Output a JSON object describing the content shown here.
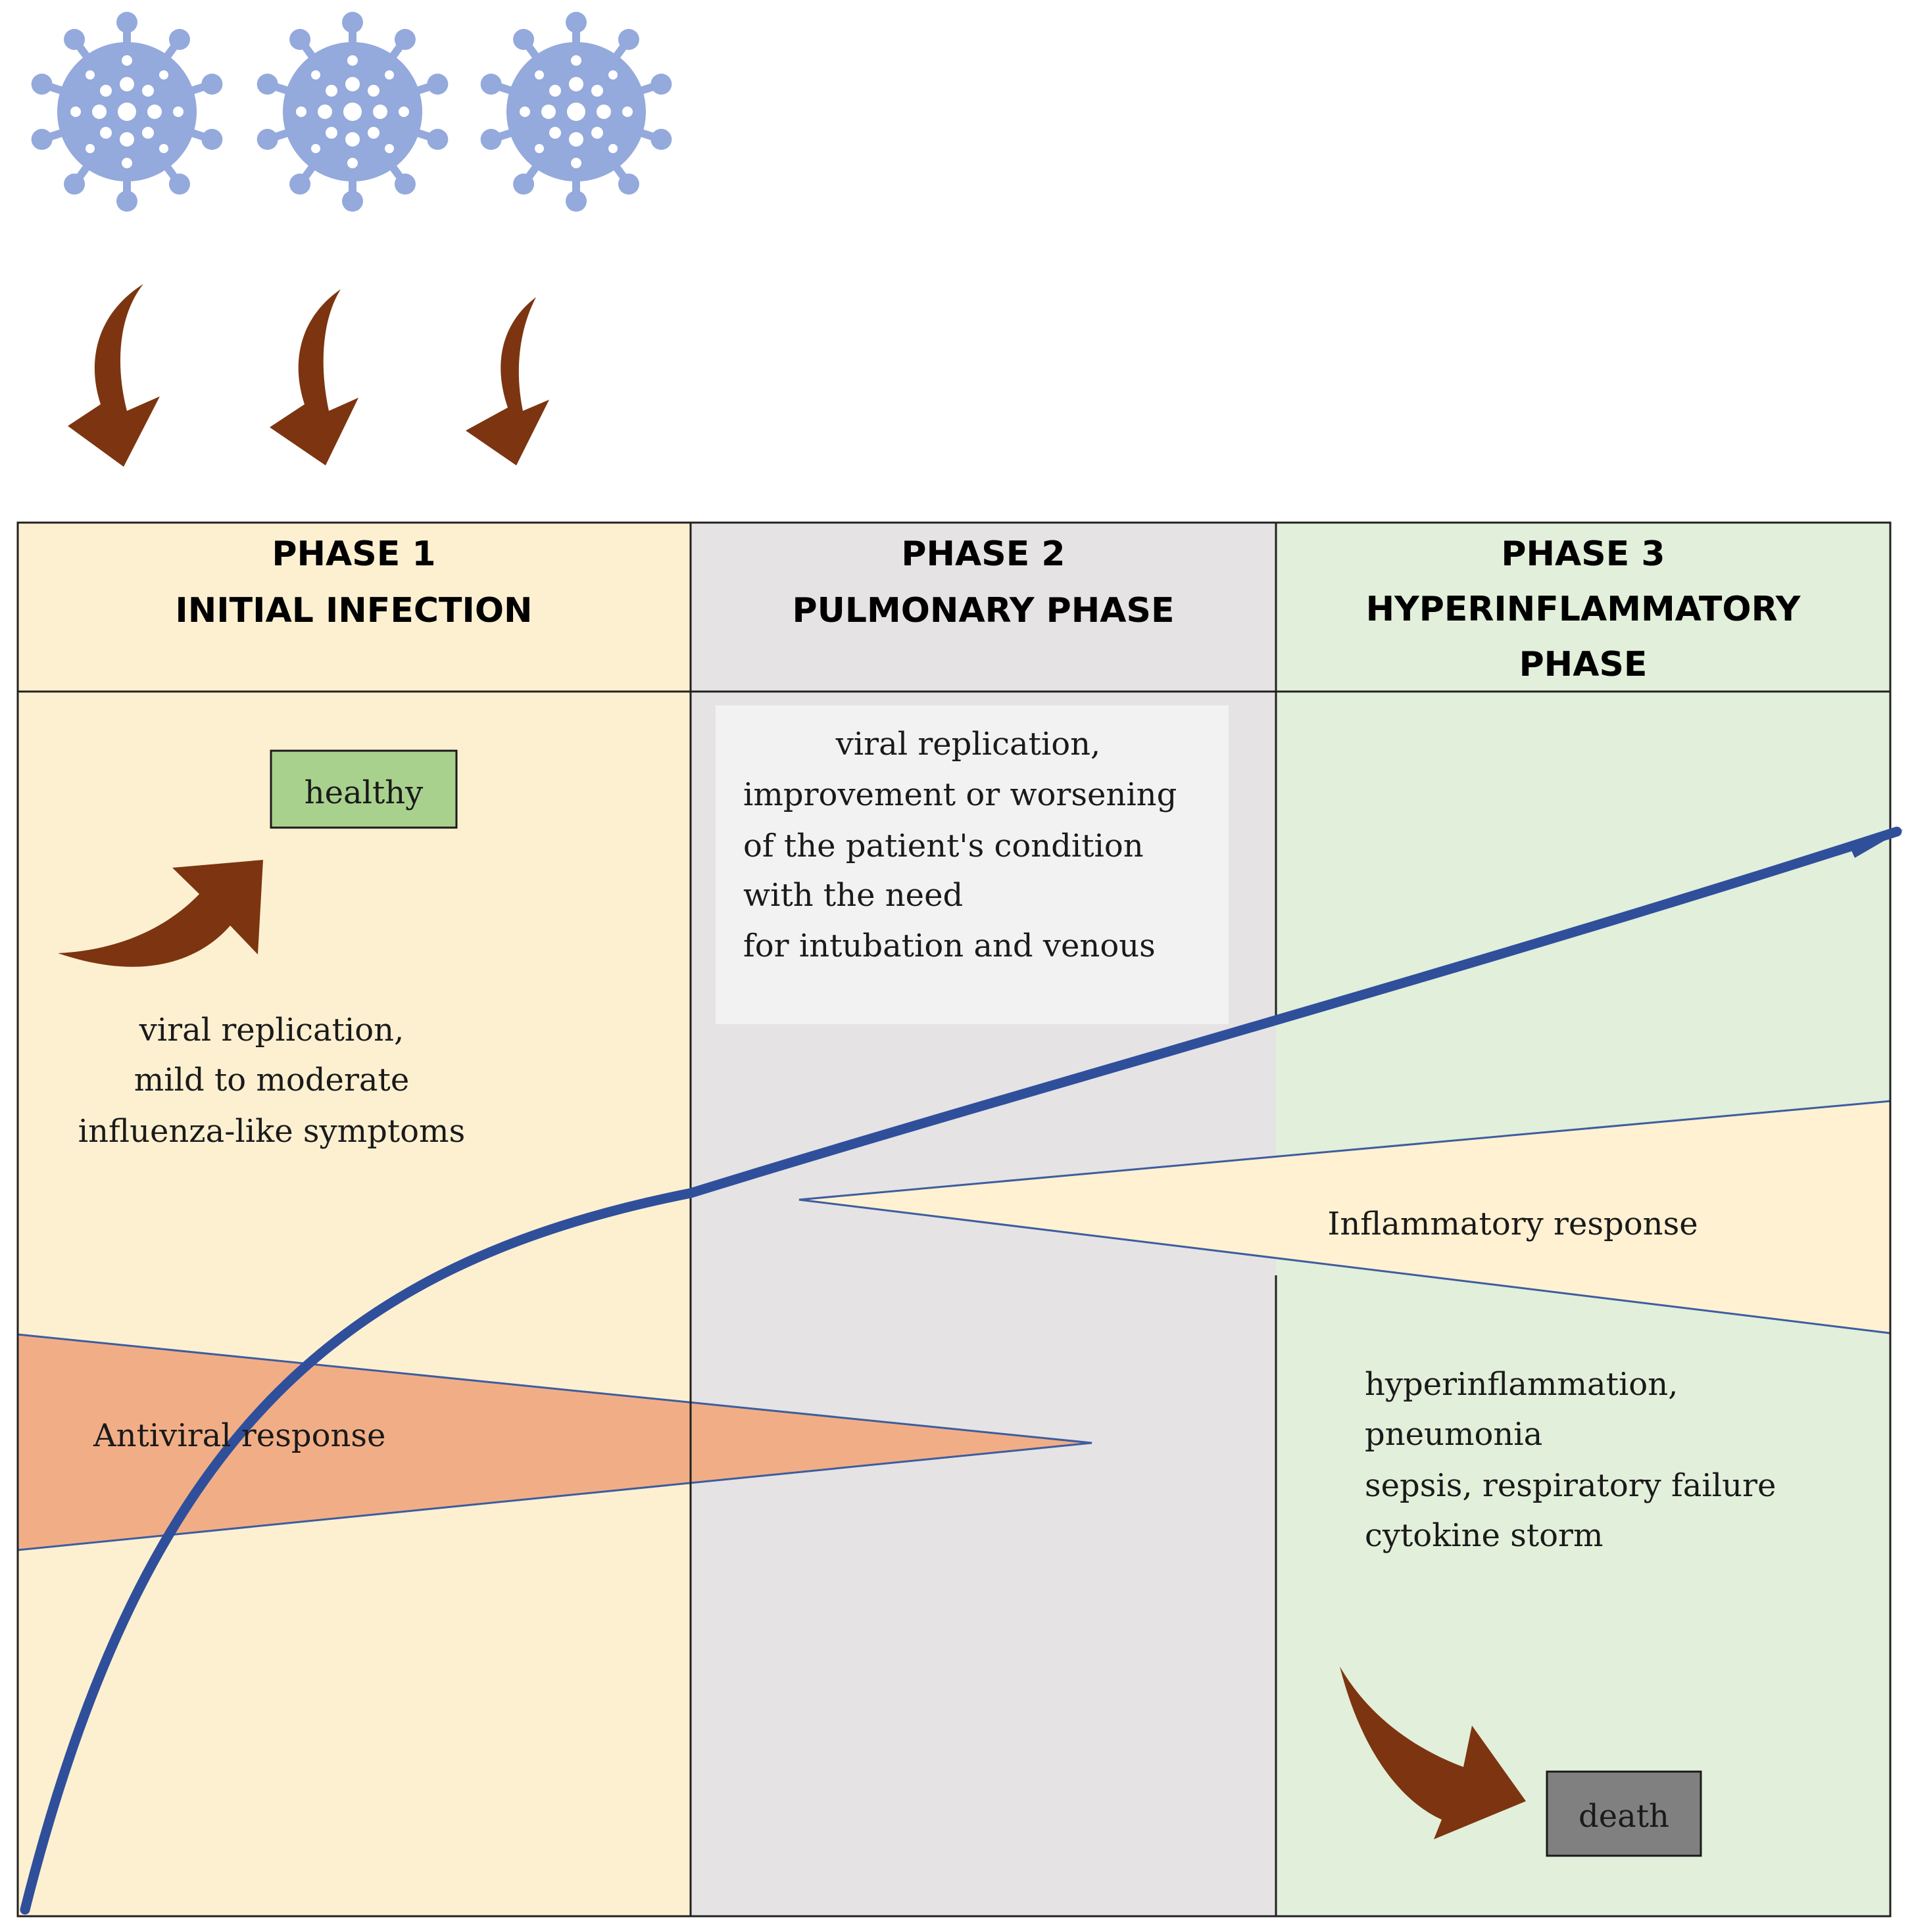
{
  "colors": {
    "phase1_bg": "#fdf0d1",
    "phase2_bg": "#e5e3e4",
    "phase3_bg": "#e2efda",
    "grid_line": "#222222",
    "virus": "#94a9dc",
    "arrow": "#7c3510",
    "curve": "#2f4f9b",
    "antiviral_fill": "#f1ae86",
    "inflammatory_fill": "#fff1d2",
    "triangle_stroke": "#3d5d9f",
    "healthy_fill": "#a9d18e",
    "death_fill": "#808080",
    "note_fill": "#f2f2f2"
  },
  "icons": {
    "virus": "coronavirus-icon",
    "arrow": "curved-arrow-icon"
  },
  "phases": [
    {
      "title_lines": [
        "PHASE 1",
        "INITIAL INFECTION"
      ]
    },
    {
      "title_lines": [
        "PHASE 2",
        "PULMONARY PHASE"
      ]
    },
    {
      "title_lines": [
        "PHASE 3",
        "HYPERINFLAMMATORY",
        "PHASE"
      ]
    }
  ],
  "phase1": {
    "description_lines": [
      "viral replication,",
      "mild to moderate",
      "influenza-like symptoms"
    ],
    "healthy_label": "healthy"
  },
  "phase2": {
    "description_lines": [
      "viral replication,",
      "improvement or worsening",
      "of the patient's condition",
      "with the need",
      "for intubation and venous"
    ]
  },
  "phase3": {
    "description_lines": [
      "hyperinflammation,",
      "pneumonia",
      "sepsis, respiratory failure",
      "cytokine storm"
    ],
    "death_label": "death"
  },
  "responses": {
    "antiviral_label": "Antiviral response",
    "inflammatory_label": "Inflammatory response"
  }
}
